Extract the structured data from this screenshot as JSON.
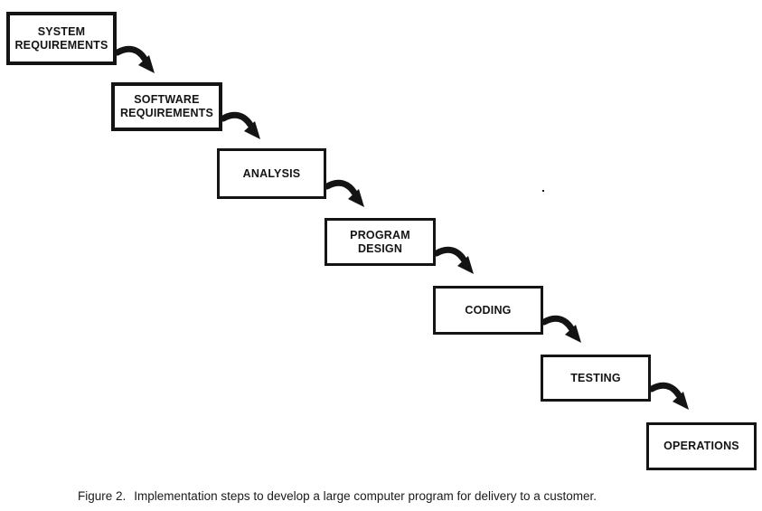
{
  "diagram": {
    "type": "waterfall-flow",
    "steps": [
      {
        "id": "system-requirements",
        "label": "SYSTEM\nREQUIREMENTS"
      },
      {
        "id": "software-requirements",
        "label": "SOFTWARE\nREQUIREMENTS"
      },
      {
        "id": "analysis",
        "label": "ANALYSIS"
      },
      {
        "id": "program-design",
        "label": "PROGRAM\nDESIGN"
      },
      {
        "id": "coding",
        "label": "CODING"
      },
      {
        "id": "testing",
        "label": "TESTING"
      },
      {
        "id": "operations",
        "label": "OPERATIONS"
      }
    ],
    "connections": [
      "system-requirements -> software-requirements",
      "software-requirements -> analysis",
      "analysis -> program-design",
      "program-design -> coding",
      "coding -> testing",
      "testing -> operations"
    ]
  },
  "caption": {
    "figure_label": "Figure 2.",
    "text": "Implementation steps to develop a large computer program for delivery to a customer."
  },
  "colors": {
    "ink": "#141414",
    "background": "#ffffff"
  }
}
